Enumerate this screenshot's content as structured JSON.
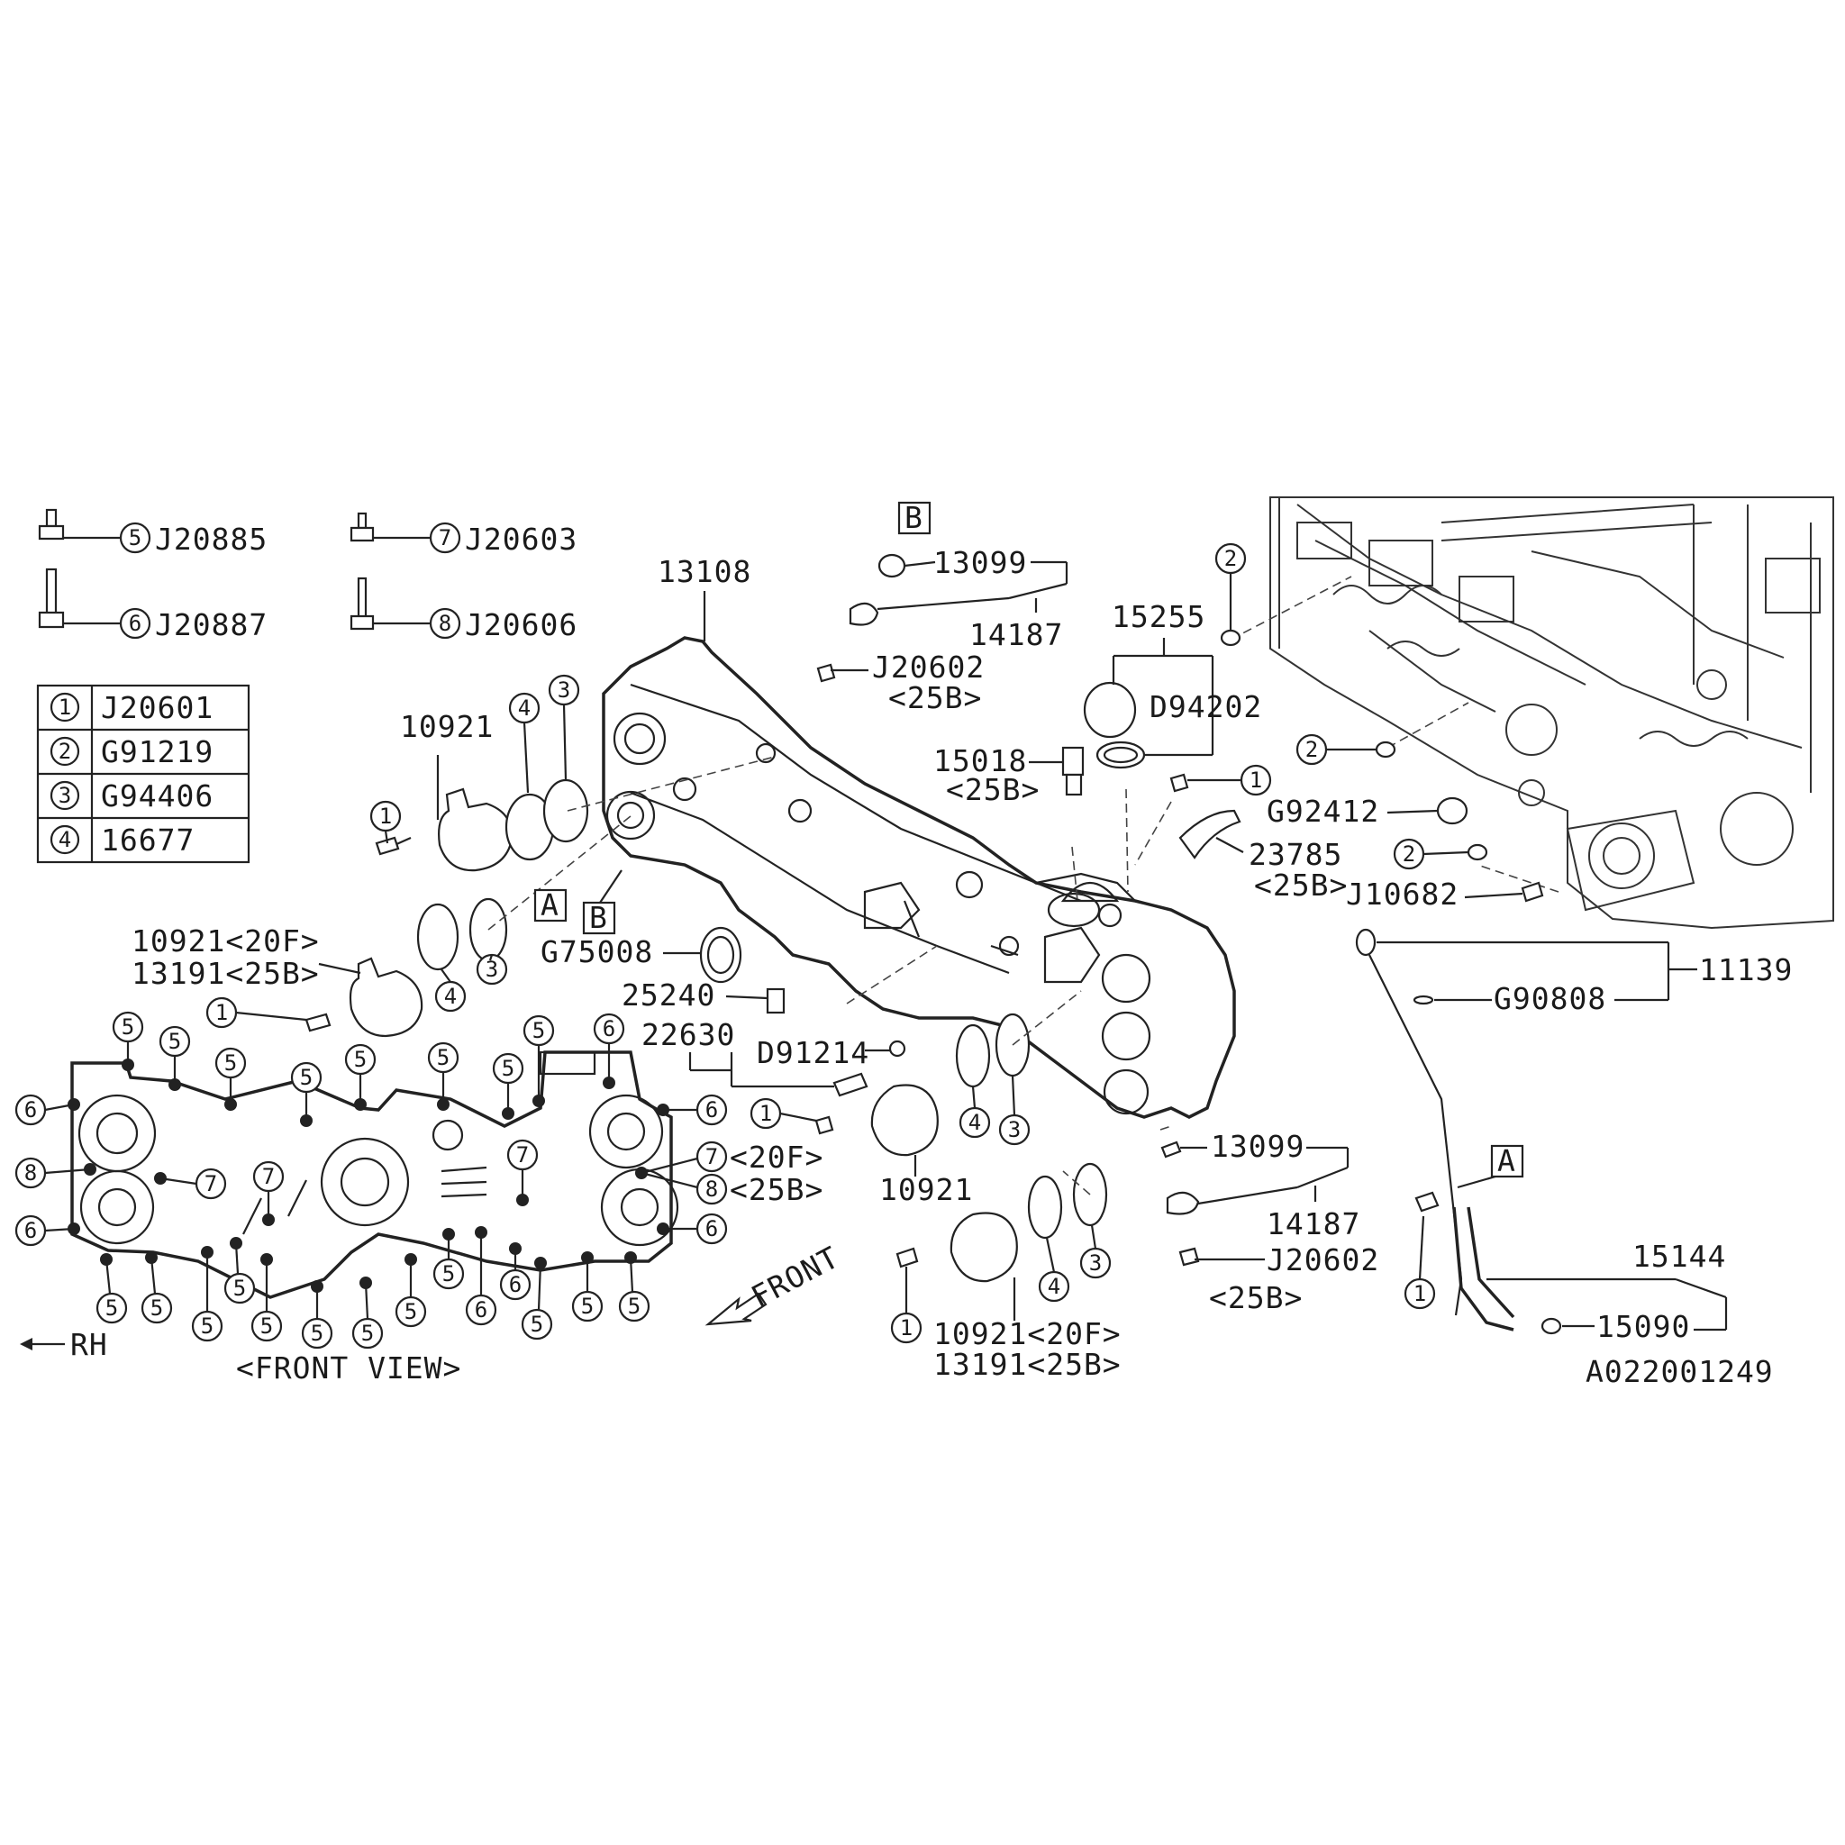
{
  "diagram_id": "A022001249",
  "front_view_label": "<FRONT VIEW>",
  "rh_label": "RH",
  "front_arrow_label": "FRONT",
  "legend_table": [
    {
      "num": "1",
      "part": "J20601"
    },
    {
      "num": "2",
      "part": "G91219"
    },
    {
      "num": "3",
      "part": "G94406"
    },
    {
      "num": "4",
      "part": "16677"
    }
  ],
  "bolt_key": [
    {
      "num": "5",
      "part": "J20885"
    },
    {
      "num": "6",
      "part": "J20887"
    },
    {
      "num": "7",
      "part": "J20603"
    },
    {
      "num": "8",
      "part": "J20606"
    }
  ],
  "callouts": {
    "c13108": "13108",
    "c13099_top": "13099",
    "c14187_top": "14187",
    "c_j20602_top": "J20602",
    "c_25b_top": "<25B>",
    "c10921_a": "10921",
    "c10921_b1": "10921<20F>",
    "c13191_b1": "13191<25B>",
    "c10921_mid": "10921",
    "c10921_b2": "10921<20F>",
    "c13191_b2": "13191<25B>",
    "c15255": "15255",
    "c_d94202": "D94202",
    "c15018": "15018",
    "c_25b_15018": "<25B>",
    "c23785": "23785",
    "c_25b_23785": "<25B>",
    "c_g92412": "G92412",
    "c_j10682": "J10682",
    "c_g75008": "G75008",
    "c25240": "25240",
    "c22630": "22630",
    "c_d91214": "D91214",
    "c13099_bot": "13099",
    "c14187_bot": "14187",
    "c_j20602_bot": "J20602",
    "c_25b_bot": "<25B>",
    "c11139": "11139",
    "c_g90808": "G90808",
    "c15144": "15144",
    "c15090": "15090",
    "c7_20f": "<20F>",
    "c8_25b": "<25B>",
    "box_a": "A",
    "box_b": "B"
  }
}
